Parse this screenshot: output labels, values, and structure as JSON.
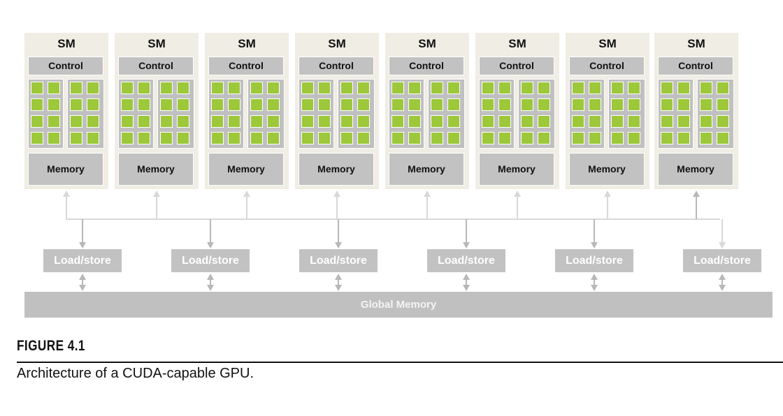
{
  "diagram": {
    "sm_units": [
      {
        "title": "SM",
        "control": "Control",
        "memory": "Memory"
      },
      {
        "title": "SM",
        "control": "Control",
        "memory": "Memory"
      },
      {
        "title": "SM",
        "control": "Control",
        "memory": "Memory"
      },
      {
        "title": "SM",
        "control": "Control",
        "memory": "Memory"
      },
      {
        "title": "SM",
        "control": "Control",
        "memory": "Memory"
      },
      {
        "title": "SM",
        "control": "Control",
        "memory": "Memory"
      },
      {
        "title": "SM",
        "control": "Control",
        "memory": "Memory"
      },
      {
        "title": "SM",
        "control": "Control",
        "memory": "Memory"
      }
    ],
    "cores_per_panel": {
      "cols": 2,
      "rows": 4
    },
    "panels_per_sm": 2,
    "load_store_units": [
      "Load/store",
      "Load/store",
      "Load/store",
      "Load/store",
      "Load/store",
      "Load/store"
    ],
    "global_memory": "Global Memory",
    "colors": {
      "sm_background": "#efede4",
      "block_gray": "#c2c2c2",
      "core_green": "#9cc83a",
      "wire": "#d8d8d8",
      "wire_dark": "#b8b8b8"
    }
  },
  "figure": {
    "label": "FIGURE 4.1",
    "caption": "Architecture of a CUDA-capable GPU."
  }
}
